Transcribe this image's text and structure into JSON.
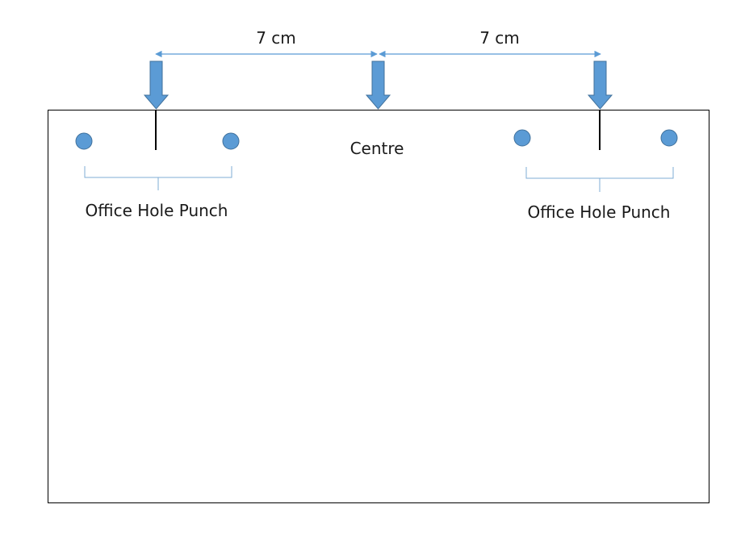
{
  "dimensions": [
    {
      "label": "7 cm"
    },
    {
      "label": "7 cm"
    }
  ],
  "centre_label": "Centre",
  "punch_labels": [
    "Office Hole Punch",
    "Office Hole Punch"
  ],
  "colors": {
    "arrow_fill": "#5b9bd5",
    "arrow_stroke": "#41719c",
    "hole_fill": "#5b9bd5",
    "hole_stroke": "#41719c",
    "dimension_line": "#5b9bd5",
    "bracket": "#7faed6",
    "paper_border": "#000000",
    "marker_line": "#000000"
  }
}
